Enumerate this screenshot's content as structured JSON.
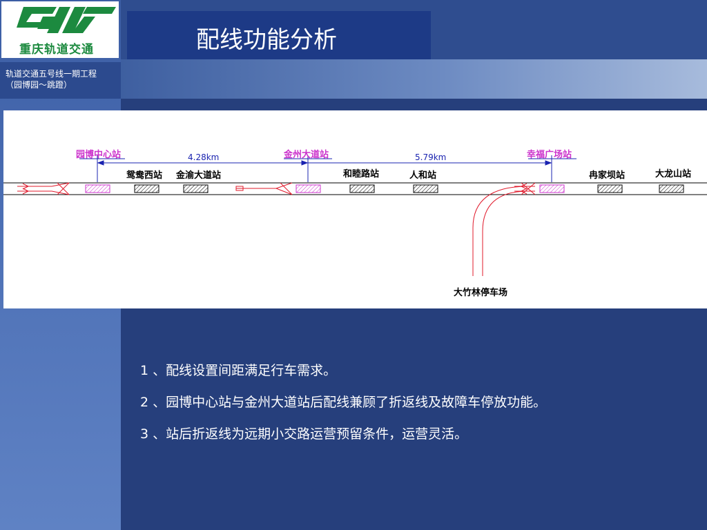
{
  "logo": {
    "text": "重庆轨道交通"
  },
  "project": {
    "line1": "轨道交通五号线一期工程",
    "line2": "（园博园～跳蹬）"
  },
  "title": "配线功能分析",
  "diagram": {
    "stations": {
      "yuanbo": "园博中心站",
      "yuanyang": "鸳鸯西站",
      "jinyu": "金渝大道站",
      "jinzhou": "金州大道站",
      "hemu": "和睦路站",
      "renhe": "人和站",
      "xingfu": "幸福广场站",
      "ranjia": "冉家坝站",
      "dalong": "大龙山站"
    },
    "distances": {
      "d1": "4.28km",
      "d2": "5.79km"
    },
    "depot": "大竹林停车场",
    "colors": {
      "highlight": "#cc33cc",
      "distance": "#1a23b0",
      "track": "#000000",
      "siding": "#e0182a"
    }
  },
  "notes": [
    "1 、配线设置间距满足行车需求。",
    "2 、园博中心站与金州大道站后配线兼顾了折返线及故障车停放功能。",
    "3 、站后折返线为远期小交路运营预留条件，运营灵活。"
  ]
}
